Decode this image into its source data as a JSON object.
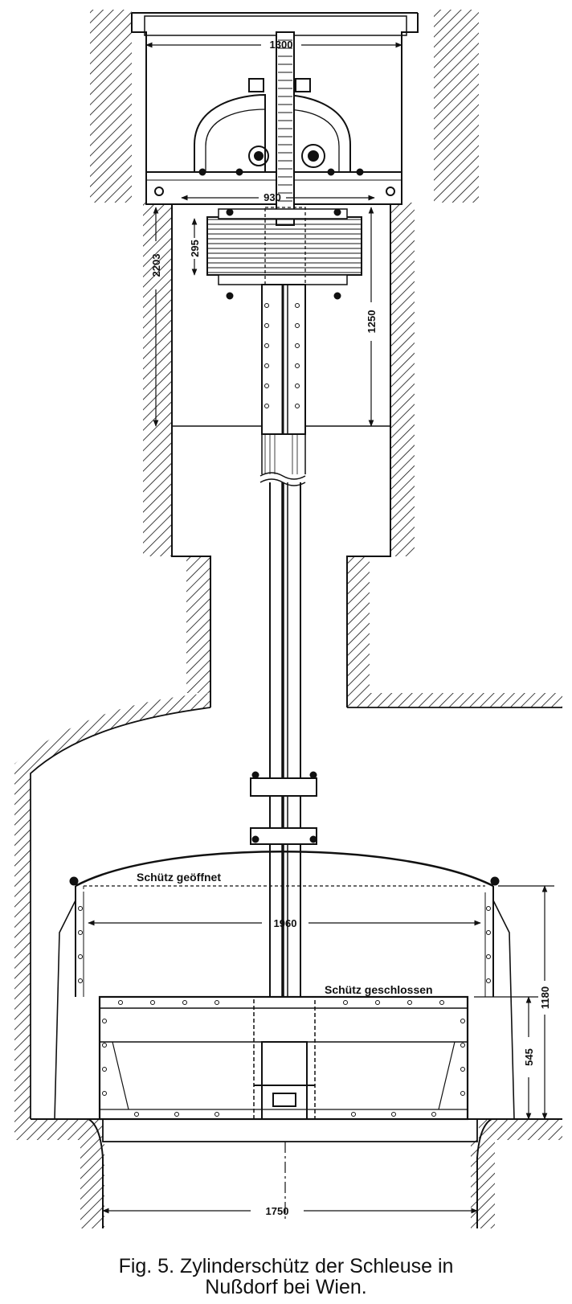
{
  "figure": {
    "caption_line1": "Fig. 5.  Zylinderschütz der Schleuse in",
    "caption_line2": "Nußdorf bei Wien."
  },
  "dimensions": {
    "top_width": "1300",
    "frame_width": "930",
    "shaft_height": "2203",
    "drum_height": "295",
    "guide_length": "1250",
    "cylinder_diameter": "1960",
    "total_lift": "1180",
    "lower_height": "545",
    "bottom_opening": "1750"
  },
  "labels": {
    "open_position": "Schütz geöffnet",
    "closed_position": "Schütz geschlossen"
  },
  "colors": {
    "ink": "#111111",
    "paper": "#ffffff"
  }
}
